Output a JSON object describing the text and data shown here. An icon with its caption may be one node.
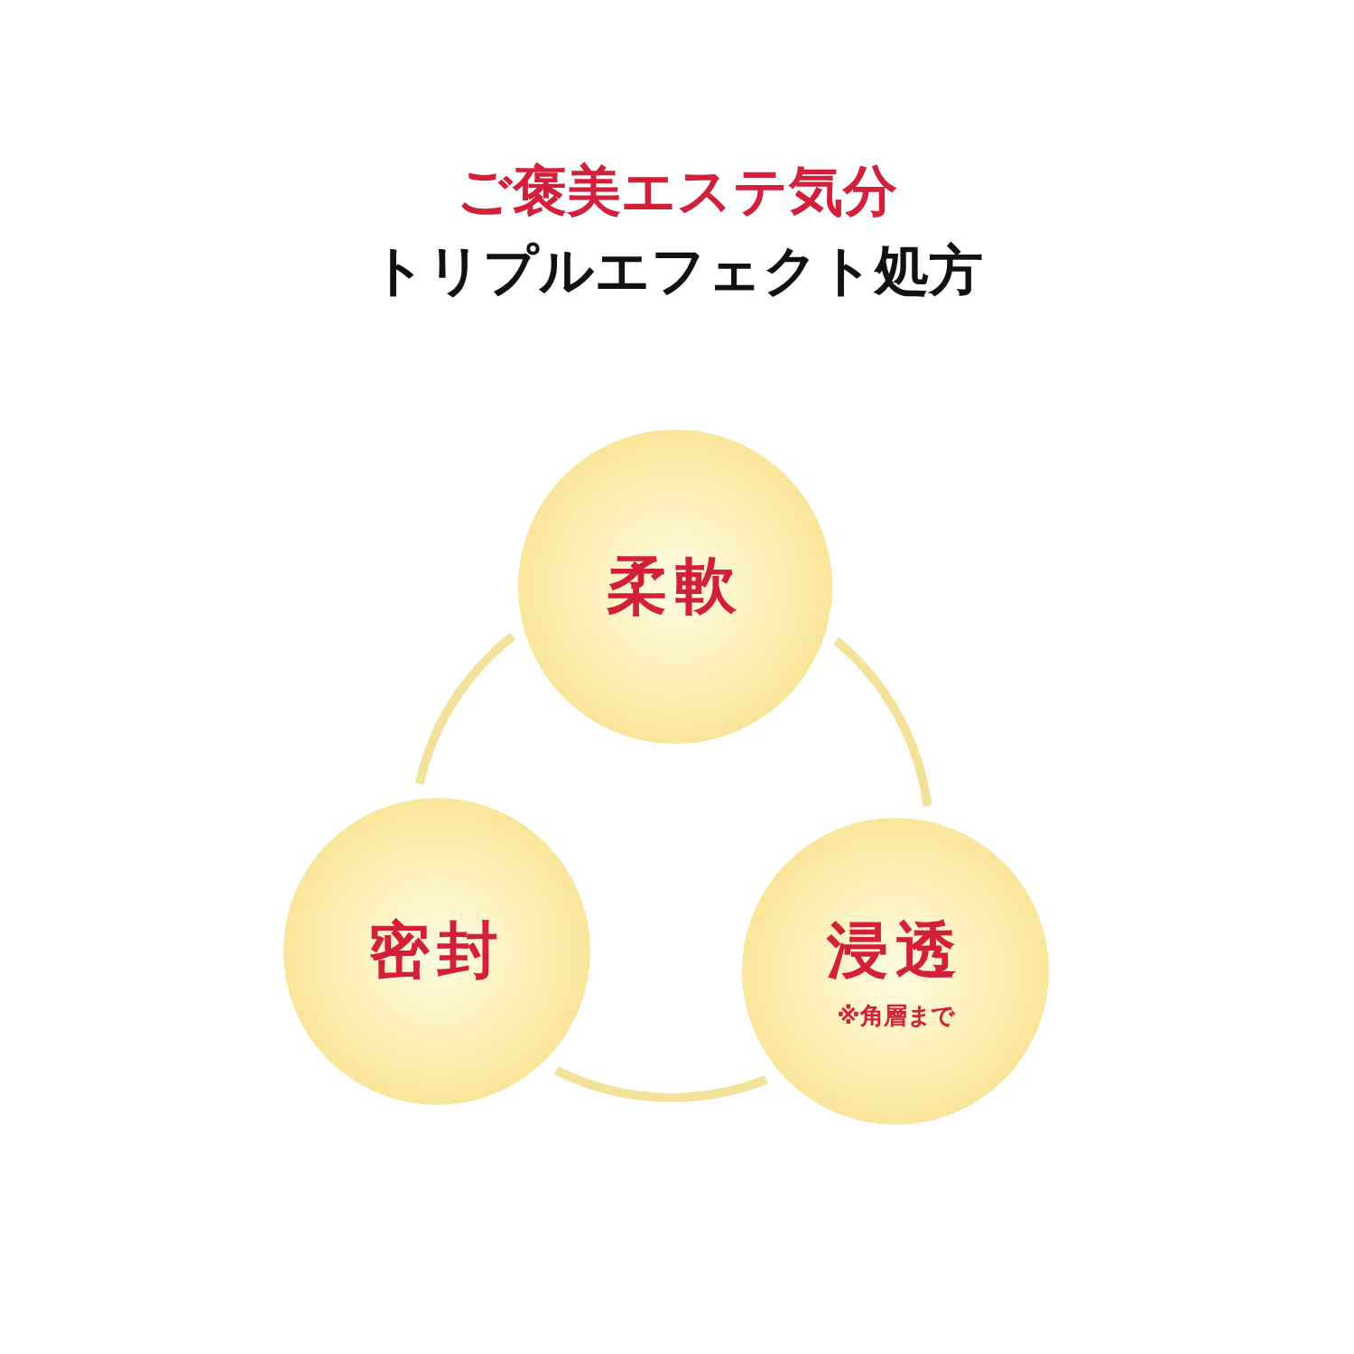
{
  "diagram": {
    "title": "ご褒美エステ気分",
    "nodes": [
      {
        "text": [
          "柔軟"
        ]
      },
      {
        "text": [
          "密封"
        ]
      },
      {
        "text": [
          "浸透",
          "※角層まで"
        ]
      }
    ],
    "edges": [
      {
        "from": 0,
        "to": 2,
        "arrow": "none"
      },
      {
        "from": 2,
        "to": 1,
        "arrow": "none"
      },
      {
        "from": 1,
        "to": 0,
        "arrow": "none"
      }
    ],
    "labels": [
      "トリプルエフェクト処方"
    ]
  }
}
